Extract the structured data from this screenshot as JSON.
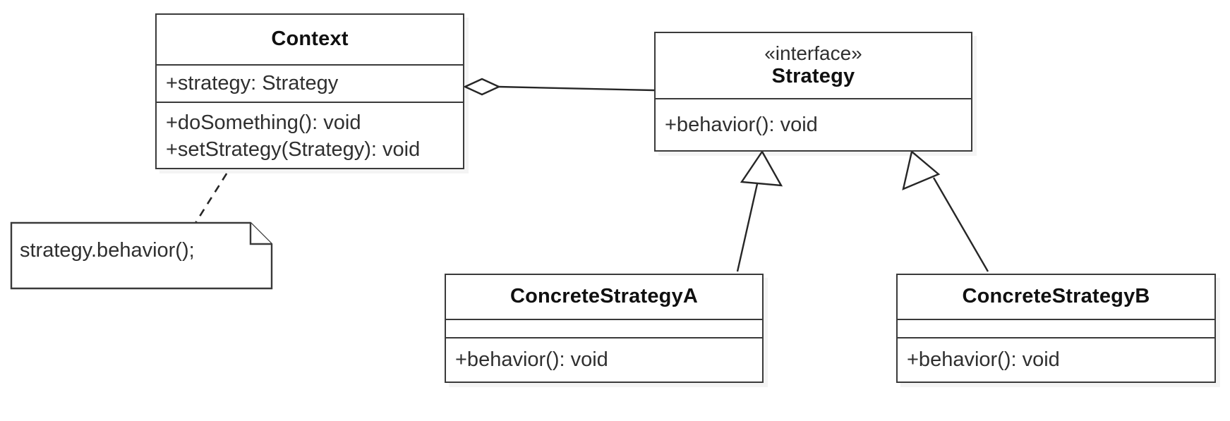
{
  "diagram": {
    "title": "Strategy pattern UML class diagram",
    "type": "uml-class-diagram",
    "background_color": "#ffffff",
    "line_color": "#262626",
    "text_color": "#2f2f2f"
  },
  "classes": {
    "context": {
      "name": "Context",
      "stereotype": "",
      "attributes": [
        "+strategy: Strategy"
      ],
      "operations": [
        "+doSomething(): void",
        "+setStrategy(Strategy): void"
      ]
    },
    "strategy": {
      "name": "Strategy",
      "stereotype": "«interface»",
      "attributes": [],
      "operations": [
        "+behavior(): void"
      ]
    },
    "concrete_a": {
      "name": "ConcreteStrategyA",
      "stereotype": "",
      "attributes": [
        ""
      ],
      "operations": [
        "+behavior(): void"
      ]
    },
    "concrete_b": {
      "name": "ConcreteStrategyB",
      "stereotype": "",
      "attributes": [
        ""
      ],
      "operations": [
        "+behavior(): void"
      ]
    }
  },
  "note": {
    "text": "strategy.behavior();",
    "attached_to": "Context"
  },
  "relationships": [
    {
      "kind": "aggregation",
      "from": "Context",
      "to": "Strategy",
      "decorator": "hollow-diamond"
    },
    {
      "kind": "generalization",
      "from": "ConcreteStrategyA",
      "to": "Strategy",
      "decorator": "hollow-triangle"
    },
    {
      "kind": "generalization",
      "from": "ConcreteStrategyB",
      "to": "Strategy",
      "decorator": "hollow-triangle"
    },
    {
      "kind": "note-anchor",
      "from": "note",
      "to": "Context",
      "decorator": "dashed"
    }
  ]
}
